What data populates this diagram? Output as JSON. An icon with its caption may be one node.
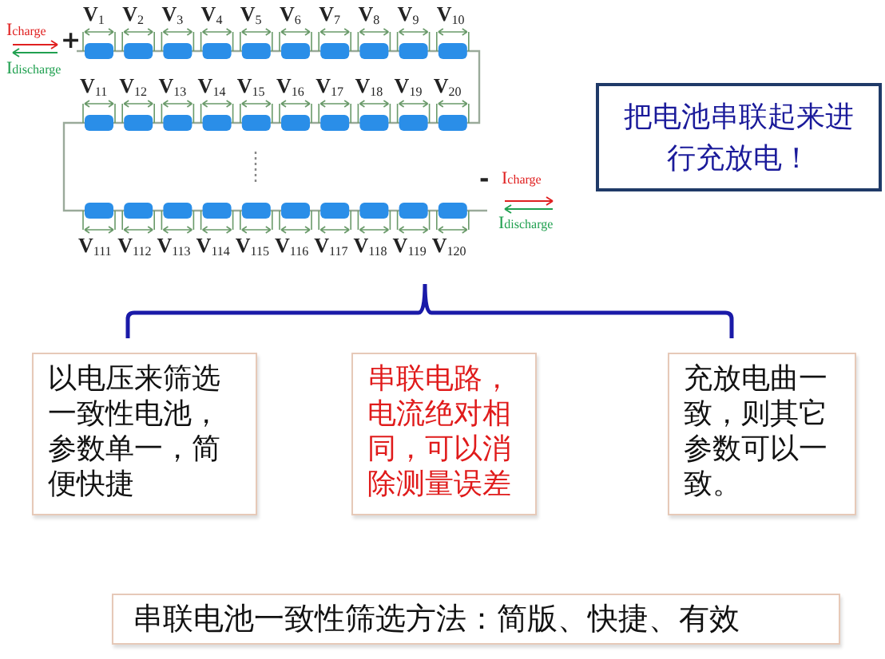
{
  "diagram": {
    "nodes": [
      {
        "text": [
          "把电池串联起来进行充放电！"
        ]
      },
      {
        "text": [
          "以电压来筛选一致性电池，参数单一，简便快捷"
        ]
      },
      {
        "text": [
          "串联电路，电流绝对相同，可以消除测量误差"
        ]
      },
      {
        "text": [
          "充放电曲一致，则其它参数可以一致。"
        ]
      },
      {
        "text": [
          "串联电池一致性筛选方法：简版、快捷、有效"
        ]
      }
    ],
    "labels": [
      "I$_{charge}$",
      "I$_{discharge}$",
      "+",
      "V$_{1}$",
      "V$_{2}$",
      "V$_{3}$",
      "V$_{4}$",
      "V$_{5}$",
      "V$_{6}$",
      "V$_{7}$",
      "V$_{8}$",
      "V$_{9}$",
      "V$_{10}$",
      "V$_{11}$",
      "V$_{12}$",
      "V$_{13}$",
      "V$_{14}$",
      "V$_{15}$",
      "V$_{16}$",
      "V$_{17}$",
      "V$_{18}$",
      "V$_{19}$",
      "V$_{20}$",
      "-",
      "I$_{charge}$",
      "I$_{discharge}$",
      "V$_{111}$",
      "V$_{112}$",
      "V$_{113}$",
      "V$_{114}$",
      "V$_{115}$",
      "V$_{116}$",
      "V$_{117}$",
      "V$_{118}$",
      "V$_{119}$",
      "V$_{120}$"
    ]
  }
}
